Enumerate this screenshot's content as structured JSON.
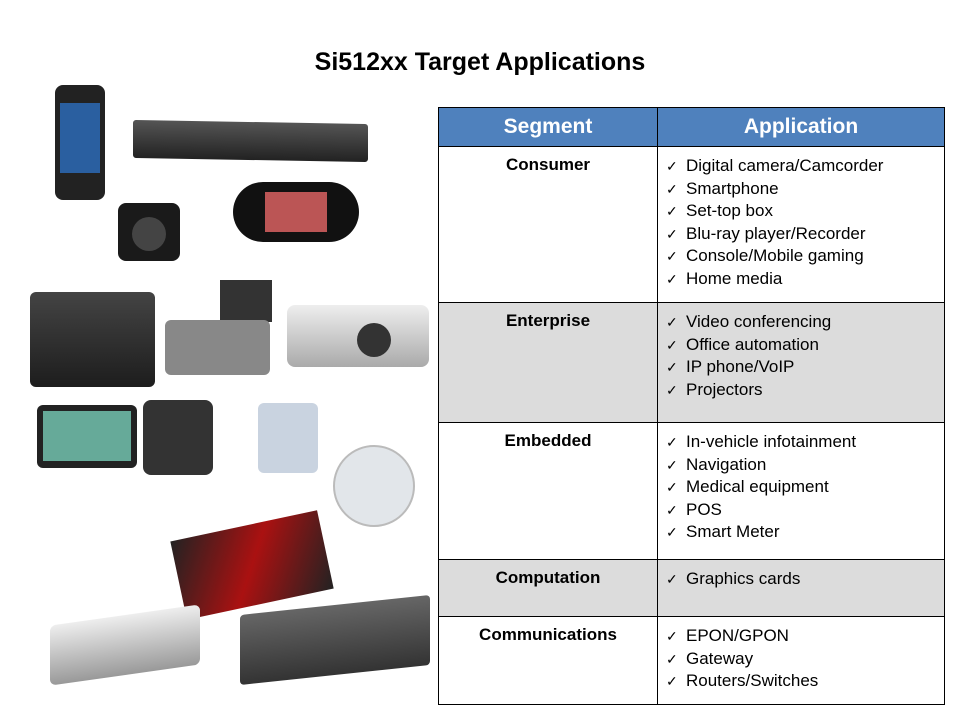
{
  "title": "Si512xx Target Applications",
  "table": {
    "headers": [
      "Segment",
      "Application"
    ],
    "rows": [
      {
        "segment": "Consumer",
        "items": [
          "Digital camera/Camcorder",
          "Smartphone",
          "Set-top box",
          "Blu-ray player/Recorder",
          "Console/Mobile gaming",
          "Home media"
        ],
        "height": 156,
        "shaded": false
      },
      {
        "segment": "Enterprise",
        "items": [
          "Video conferencing",
          "Office automation",
          "IP phone/VoIP",
          "Projectors"
        ],
        "height": 120,
        "shaded": true
      },
      {
        "segment": "Embedded",
        "items": [
          "In-vehicle infotainment",
          "Navigation",
          "Medical equipment",
          "POS",
          "Smart Meter"
        ],
        "height": 137,
        "shaded": false
      },
      {
        "segment": "Computation",
        "items": [
          "Graphics cards"
        ],
        "height": 57,
        "shaded": true
      },
      {
        "segment": "Communications",
        "items": [
          "EPON/GPON",
          "Gateway",
          "Routers/Switches"
        ],
        "height": 88,
        "shaded": false
      }
    ]
  },
  "check_glyph": "✓",
  "colors": {
    "header": "#4f81bd",
    "shaded_row": "#dcdcdc"
  }
}
